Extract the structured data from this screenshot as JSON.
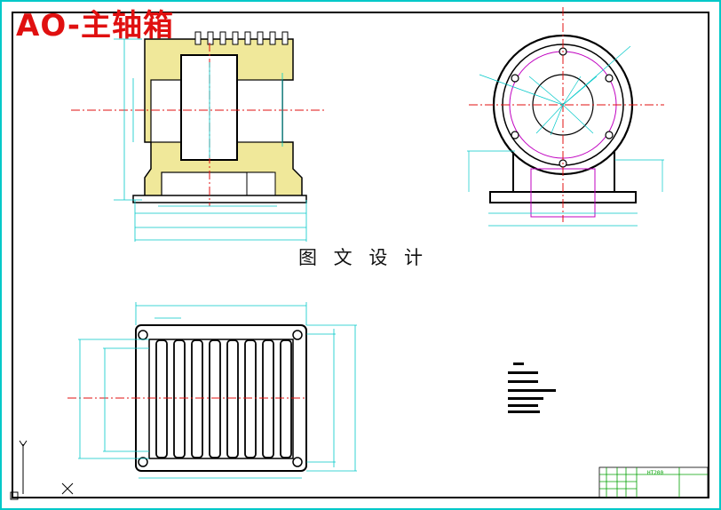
{
  "title_overlay": "AO-主轴箱",
  "center_caption": "图 文 设 计",
  "title_block": {
    "material": "HT200"
  },
  "colors": {
    "drawing": "#000000",
    "dimension": "#00c8c8",
    "center_line": "#e01010",
    "pitch_circle": "#c000c0",
    "hatch_fill": "#f0e89a",
    "title_text": "#e01010",
    "frame_cyan": "#00c8c8"
  },
  "icons": {
    "ucs": "ucs-axis-icon"
  }
}
